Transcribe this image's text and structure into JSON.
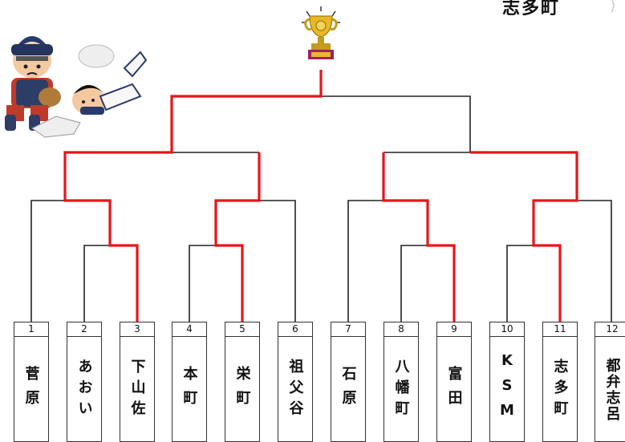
{
  "winner": {
    "label": "志多町"
  },
  "colors": {
    "winner_path": "#e8141b",
    "line": "#222222"
  },
  "teams": [
    {
      "number": "1",
      "name": "菅原"
    },
    {
      "number": "2",
      "name": "あおい"
    },
    {
      "number": "3",
      "name": "下山佐"
    },
    {
      "number": "4",
      "name": "本町"
    },
    {
      "number": "5",
      "name": "栄町"
    },
    {
      "number": "6",
      "name": "祖父谷"
    },
    {
      "number": "7",
      "name": "石原"
    },
    {
      "number": "8",
      "name": "八幡町"
    },
    {
      "number": "9",
      "name": "富田"
    },
    {
      "number": "10",
      "name": "KSM"
    },
    {
      "number": "11",
      "name": "志多町"
    },
    {
      "number": "12",
      "name": "都弁志呂"
    }
  ],
  "icons": {
    "trophy": "trophy-icon",
    "illustration": "baseball-slide-illustration"
  }
}
